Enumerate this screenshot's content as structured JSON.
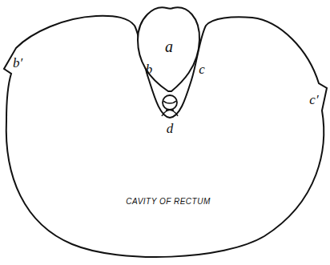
{
  "diagram": {
    "labels": [
      "a",
      "b",
      "c",
      "b′",
      "c′",
      "d",
      "CAVITY OF RECTUM"
    ]
  }
}
